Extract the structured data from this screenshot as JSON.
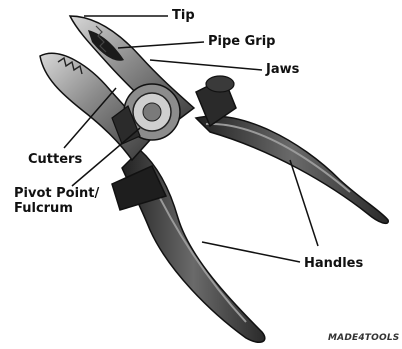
{
  "labels": {
    "tip": "Tip",
    "pipe_grip": "Pipe Grip",
    "jaws": "Jaws",
    "cutters": "Cutters",
    "pivot_line1": "Pivot Point/",
    "pivot_line2": "Fulcrum",
    "handles": "Handles"
  },
  "watermark": "MADE4TOOLS",
  "colors": {
    "line": "#111111",
    "metal_dark": "#2b2b2b",
    "metal_mid": "#6a6a6a",
    "metal_light": "#bdbdbd",
    "grip_dark": "#1c1c1c",
    "grip_mid": "#5a5a5a"
  }
}
